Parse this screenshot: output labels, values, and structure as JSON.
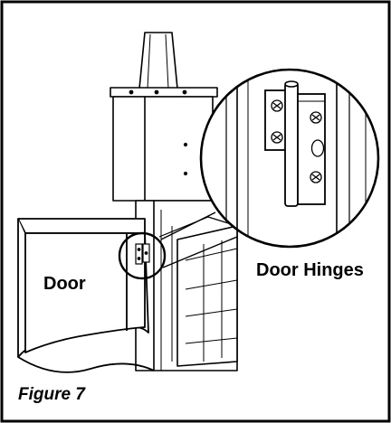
{
  "labels": {
    "door": "Door",
    "hinges": "Door Hinges",
    "figure": "Figure 7"
  },
  "colors": {
    "line": "#000000",
    "paper": "#ffffff",
    "shade": "#d9d9d9"
  }
}
